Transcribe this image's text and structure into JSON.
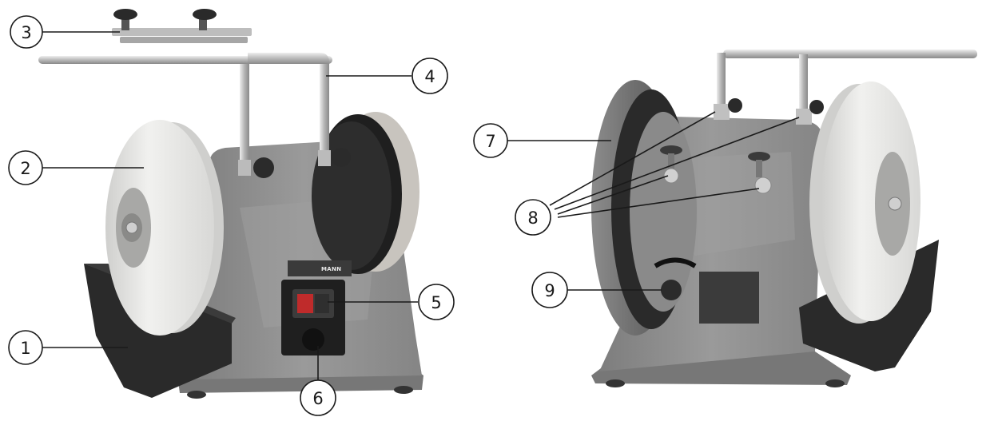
{
  "figure": {
    "brand_text": "MANN",
    "callouts": [
      {
        "id": "callout-1",
        "number": "1",
        "part": "water-tray"
      },
      {
        "id": "callout-2",
        "number": "2",
        "part": "grinding-stone"
      },
      {
        "id": "callout-3",
        "number": "3",
        "part": "angle-guide-jig"
      },
      {
        "id": "callout-4",
        "number": "4",
        "part": "universal-support-bar"
      },
      {
        "id": "callout-5",
        "number": "5",
        "part": "on-off-switch"
      },
      {
        "id": "callout-6",
        "number": "6",
        "part": "switch-knob"
      },
      {
        "id": "callout-7",
        "number": "7",
        "part": "leather-honing-wheel"
      },
      {
        "id": "callout-8",
        "number": "8",
        "part": "support-bar-mounts"
      },
      {
        "id": "callout-9",
        "number": "9",
        "part": "speed-control-knob"
      }
    ]
  },
  "colors": {
    "body": "#8c8c8c",
    "body_dark": "#6f6f6f",
    "stone": "#e6e6e4",
    "leather": "#7a7a7a",
    "tray": "#2b2b2b",
    "steel": "#c9c9c9"
  }
}
